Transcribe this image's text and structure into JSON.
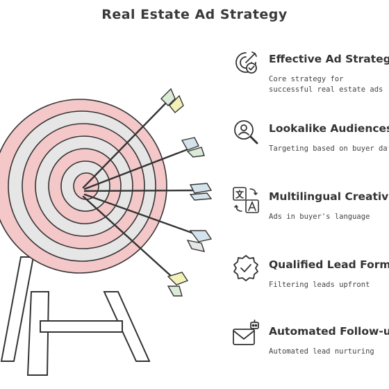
{
  "title": "Real Estate Ad Strategy",
  "colors": {
    "ring_pink": "#f4c7c8",
    "ring_gray": "#e6e6e6",
    "ink": "#333333",
    "fletch_yellow": "#f2f2b8",
    "fletch_blue": "#d4e3ec",
    "fletch_green": "#dcebd8"
  },
  "items": [
    {
      "title": "Effective Ad Strategy",
      "desc": "Core strategy for successful real estate ads",
      "icon": "target-check-icon"
    },
    {
      "title": "Lookalike Audiences",
      "desc": "Targeting based on buyer data",
      "icon": "magnifier-person-icon"
    },
    {
      "title": "Multilingual Creatives",
      "desc": "Ads in buyer's language",
      "icon": "translate-icon"
    },
    {
      "title": "Qualified Lead Forms",
      "desc": "Filtering leads upfront",
      "icon": "verified-badge-icon"
    },
    {
      "title": "Automated Follow-up",
      "desc": "Automated lead nurturing",
      "icon": "envelope-robot-icon"
    }
  ]
}
